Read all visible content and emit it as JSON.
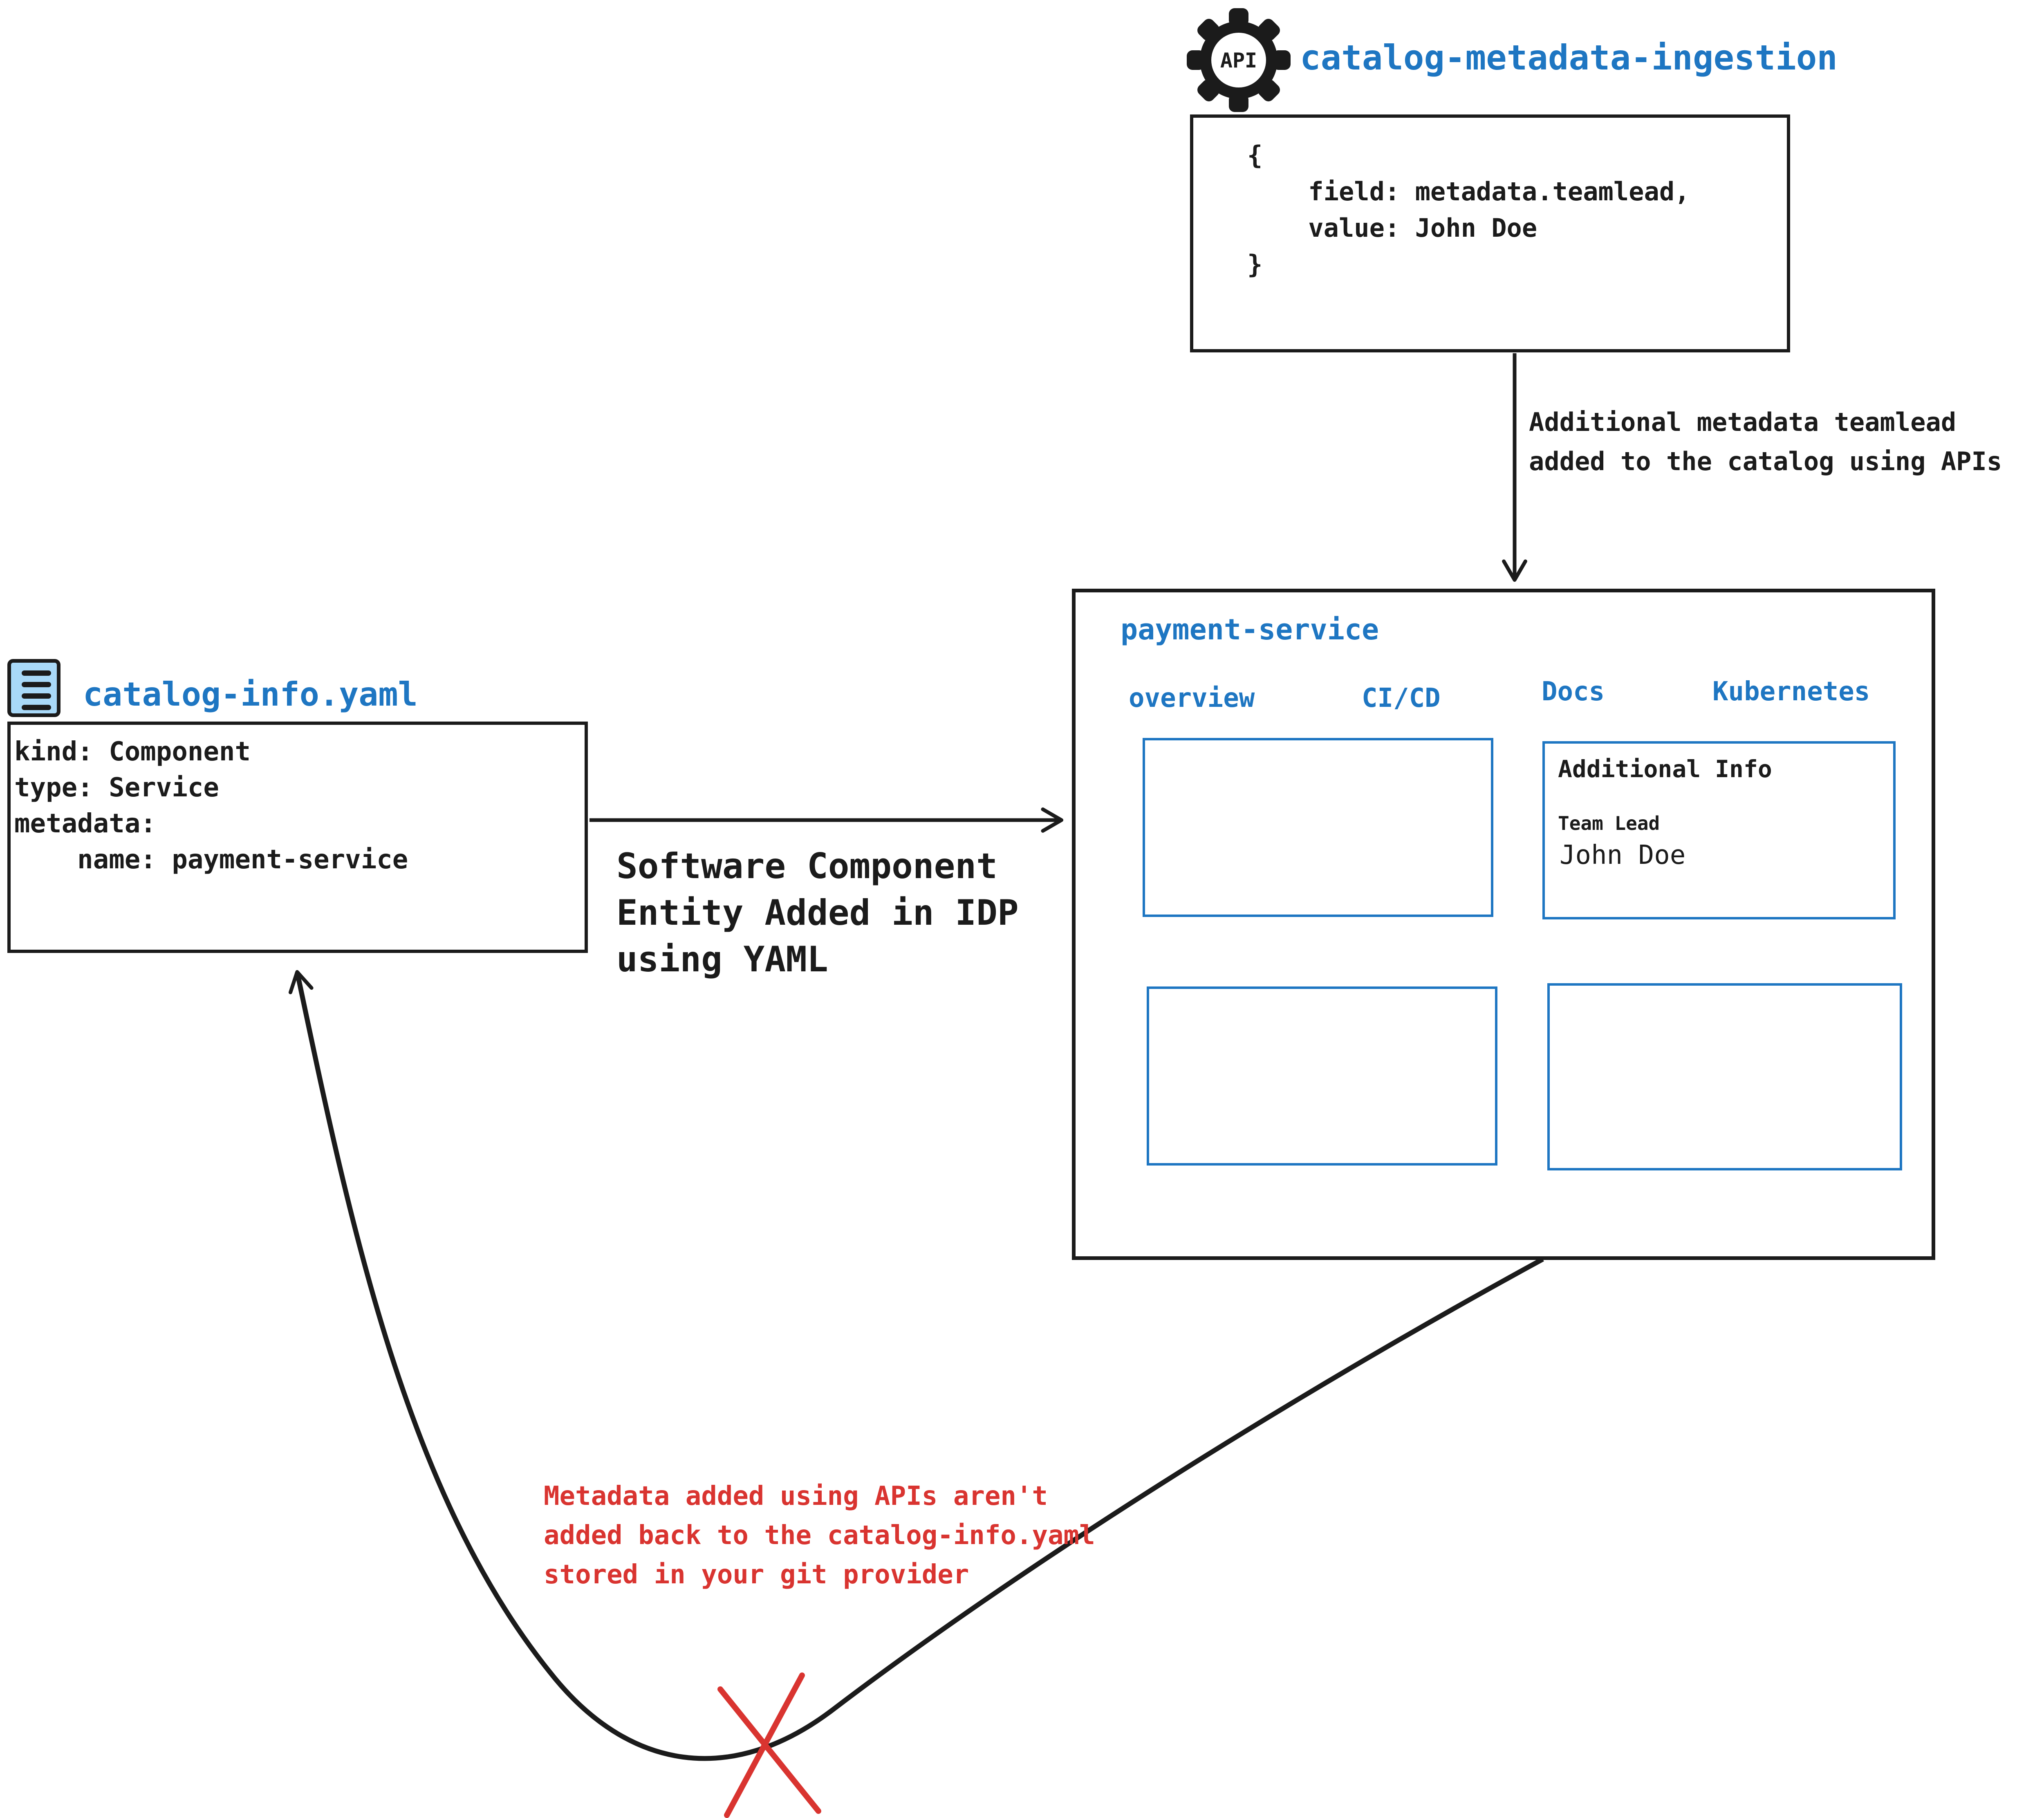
{
  "diagram": {
    "colors": {
      "blue": "#1e76c2",
      "ink": "#1b1b1b",
      "red": "#d93430",
      "icon_fill": "#a9d9f8"
    },
    "api_service": {
      "icon_label": "API",
      "title": "catalog-metadata-ingestion",
      "code": "{\n    field: metadata.teamlead,\n    value: John Doe\n}"
    },
    "api_arrow_label": "Additional metadata teamlead\nadded to the catalog using APIs",
    "yaml_file": {
      "title": "catalog-info.yaml",
      "code": "kind: Component\ntype: Service\nmetadata:\n    name: payment-service"
    },
    "yaml_arrow_label": "Software Component\nEntity Added in IDP\nusing YAML",
    "idp": {
      "title": "payment-service",
      "tabs": [
        {
          "label": "overview"
        },
        {
          "label": "CI/CD"
        },
        {
          "label": "Docs"
        },
        {
          "label": "Kubernetes"
        }
      ],
      "docs_panel": {
        "heading": "Additional Info",
        "field_label": "Team Lead",
        "field_value": "John Doe"
      }
    },
    "warning": "Metadata added using APIs aren't\nadded back to the catalog-info.yaml\nstored in your git provider"
  }
}
